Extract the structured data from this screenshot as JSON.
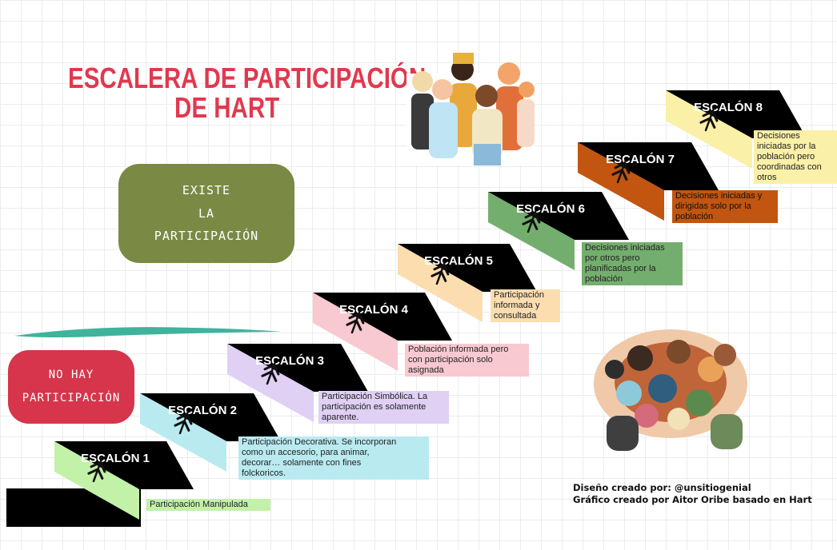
{
  "title": {
    "line1": "ESCALERA DE PARTICIPACIÓN",
    "line2": "DE  HART"
  },
  "groups": {
    "exists": {
      "line1": "EXISTE",
      "line2": "LA",
      "line3": "PARTICIPACIÓN",
      "color": "#7a8a44"
    },
    "none": {
      "line1": "NO HAY",
      "line2": "PARTICIPACIÓN",
      "color": "#d6354b"
    }
  },
  "steps": [
    {
      "name": "ESCALÓN 1",
      "color": "#c2f1a8",
      "desc_color": "#c2f1a8",
      "desc_lines": [
        "Participación Manipulada"
      ]
    },
    {
      "name": "ESCALÓN 2",
      "color": "#b9eaf0",
      "desc_color": "#b9eaf0",
      "desc_lines": [
        "Participación Decorativa. Se incorporan",
        "como un accesorio, para animar,",
        "decorar… solamente con fines",
        "folckoricos."
      ]
    },
    {
      "name": "ESCALÓN 3",
      "color": "#dfd0f4",
      "desc_color": "#dfd0f4",
      "desc_lines": [
        "Participación Simbólica. La",
        "participación es solamente",
        "aparente."
      ]
    },
    {
      "name": "ESCALÓN 4",
      "color": "#f8c9d0",
      "desc_color": "#f8c9d0",
      "desc_lines": [
        "Población informada pero",
        "con participación solo",
        "asignada"
      ]
    },
    {
      "name": "ESCALÓN 5",
      "color": "#fbddb0",
      "desc_color": "#fbddb0",
      "desc_lines": [
        "Participación",
        "informada y",
        "consultada"
      ]
    },
    {
      "name": "ESCALÓN 6",
      "color": "#74ae6e",
      "desc_color": "#74ae6e",
      "desc_lines": [
        "Decisiones iniciadas",
        "por otros pero",
        "planificadas por la",
        "población"
      ]
    },
    {
      "name": "ESCALÓN 7",
      "color": "#c2550f",
      "desc_color": "#c2550f",
      "desc_lines": [
        "Decisiones iniciadas y",
        "dirigidas solo por la",
        "población"
      ]
    },
    {
      "name": "ESCALÓN 8",
      "color": "#fbf0a8",
      "desc_color": "#fbf0a8",
      "desc_lines": [
        "Decisiones",
        "iniciadas por la",
        "población pero",
        "coordinadas con",
        "otros"
      ]
    }
  ],
  "credits": {
    "line1": "Diseño creado por: @unsitiogenial",
    "line2": "Gráfico creado por Aitor Oribe basado en Hart"
  },
  "icons": {
    "step": "double-chevron-up-icon",
    "people": "people-group-illustration",
    "hug": "group-hug-illustration"
  }
}
